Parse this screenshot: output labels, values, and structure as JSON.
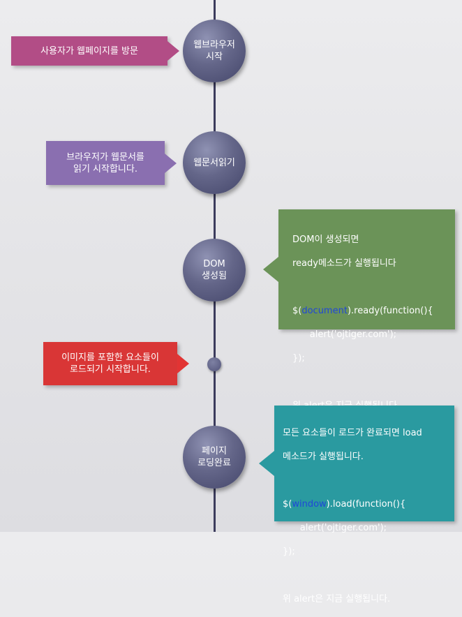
{
  "nodes": [
    {
      "label": "웹브라우저\n시작"
    },
    {
      "label": "웹문서읽기"
    },
    {
      "label": "DOM\n생성됨"
    },
    {
      "label": "페이지\n로딩완료"
    }
  ],
  "callouts": {
    "visit": "사용자가 웹페이지를 방문",
    "read": "브라우저가 웹문서를\n읽기 시작합니다.",
    "images": "이미지를 포함한 요소들이\n로드되기 시작합니다.",
    "ready": {
      "intro1": "DOM이 생성되면",
      "intro2": "ready메소드가 실행됩니다",
      "code_prefix": "$(",
      "code_keyword": "document",
      "code_suffix": ").ready(function(){",
      "code_body": "      alert('ojtiger.com');",
      "code_close": "});",
      "note": "위 alert은 지금 실행됩니다."
    },
    "load": {
      "intro1": "모든 요소들이 로드가 완료되면 load",
      "intro2": "메소드가 실행됩니다.",
      "code_prefix": "$(",
      "code_keyword": "window",
      "code_suffix": ").load(function(){",
      "code_body": "      alert('ojtiger.com');",
      "code_close": "});",
      "note": "위 alert은 지금 실행됩니다."
    }
  },
  "colors": {
    "line": "#3b3b5c",
    "node": "#646689",
    "visit": "#b24d86",
    "read": "#8a6fb0",
    "ready": "#6b9358",
    "images": "#d93636",
    "load": "#2a9aa0",
    "keyword": "#1f47d8"
  }
}
